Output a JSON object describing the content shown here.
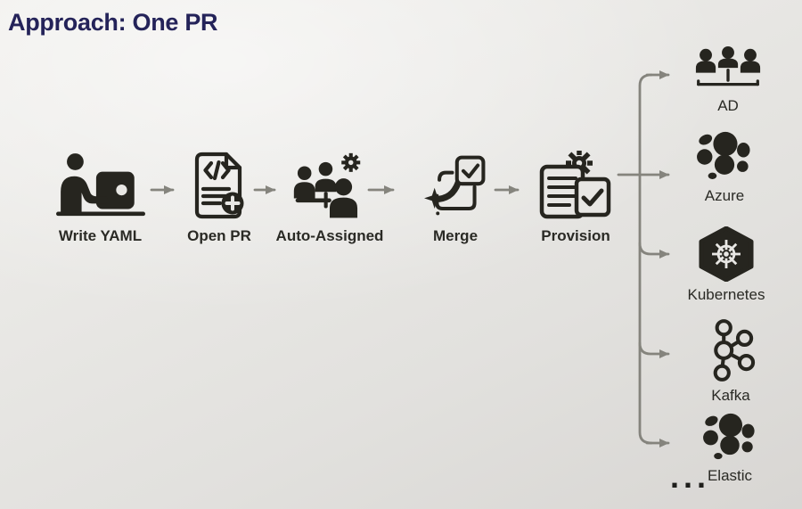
{
  "title": "Approach: One PR",
  "flow_steps": [
    {
      "label": "Write YAML",
      "icon": "person-laptop-icon"
    },
    {
      "label": "Open PR",
      "icon": "code-document-add-icon"
    },
    {
      "label": "Auto-Assigned",
      "icon": "team-gear-icon"
    },
    {
      "label": "Merge",
      "icon": "merge-check-icon"
    },
    {
      "label": "Provision",
      "icon": "clipboard-gear-check-icon"
    }
  ],
  "targets": [
    {
      "label": "AD",
      "icon": "user-group-icon"
    },
    {
      "label": "Azure",
      "icon": "blob-cluster-icon"
    },
    {
      "label": "Kubernetes",
      "icon": "kubernetes-helm-icon"
    },
    {
      "label": "Kafka",
      "icon": "kafka-nodes-icon"
    },
    {
      "label": "Elastic",
      "icon": "elastic-blob-icon"
    }
  ],
  "ellipsis": "...",
  "colors": {
    "title": "#242359",
    "icon_ink": "#26251f",
    "arrow": "#85847d",
    "label": "#2a2a25",
    "background": "#e8e7e4"
  }
}
